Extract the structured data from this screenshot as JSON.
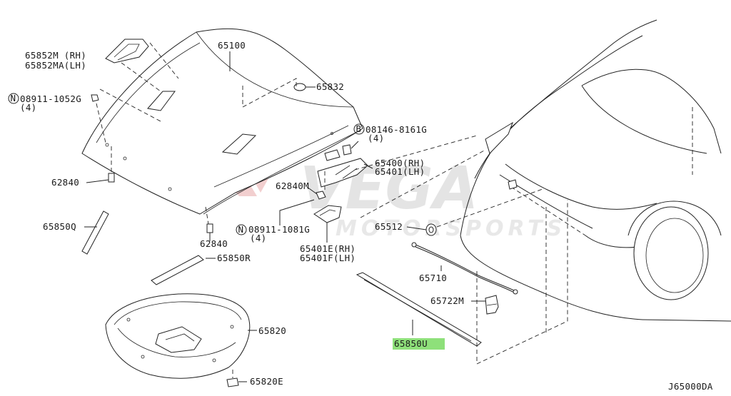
{
  "diagram": {
    "labels": {
      "l65852m": "65852M (RH)",
      "l65852ma": "65852MA(LH)",
      "l08911_1052g": "08911-1052G",
      "l08911_1052g_qty": "(4)",
      "l65100": "65100",
      "l65832": "65832",
      "l08146_8161g": "08146-8161G",
      "l08146_8161g_qty": "(4)",
      "l62840": "62840",
      "l62840m": "62840M",
      "l65400": "65400(RH)",
      "l65401": "65401(LH)",
      "l65850q": "65850Q",
      "l62840b": "62840",
      "l08911_1081g": "08911-1081G",
      "l08911_1081g_qty": "(4)",
      "l65512": "65512",
      "l65401e": "65401E(RH)",
      "l65401f": "65401F(LH)",
      "l65850r": "65850R",
      "l65710": "65710",
      "l65722m": "65722M",
      "l65820": "65820",
      "l65850u": "65850U",
      "l65820e": "65820E",
      "diagram_code": "J65000DA"
    },
    "circle_letters": {
      "n1": "N",
      "b1": "B",
      "n2": "N"
    },
    "watermark": {
      "main": "VEGA",
      "sub": "MOTORSPORTS"
    },
    "highlight_color": "#8ee07a",
    "watermark_color": "#d0d0d0",
    "watermark_accent": "#e8a8a8"
  }
}
